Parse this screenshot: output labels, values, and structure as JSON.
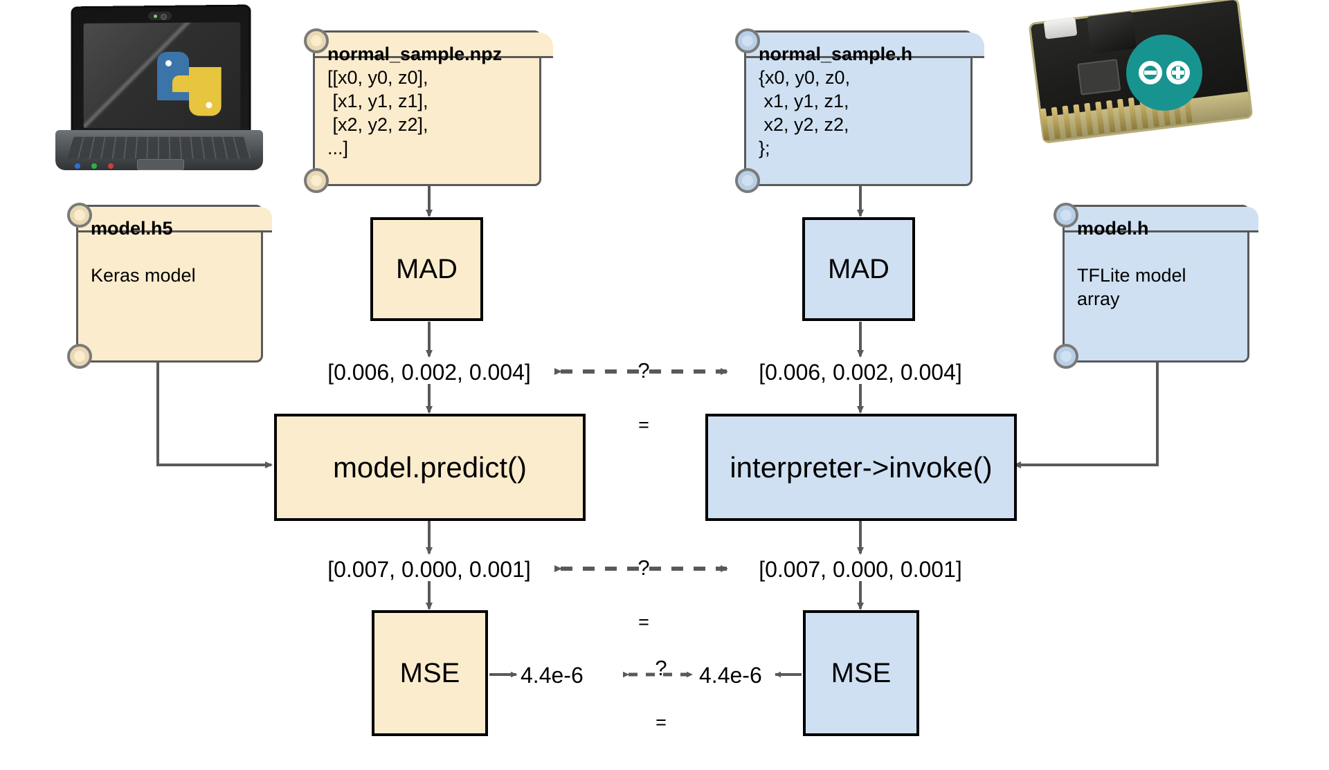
{
  "diagram": {
    "title": "Keras vs TFLite micro comparison pipeline",
    "colors": {
      "python_side_fill": "#fbeccd",
      "arduino_side_fill": "#cfe0f2",
      "note_border": "#595959",
      "box_border": "#000000",
      "arrow": "#595959",
      "arduino_teal": "#17948f",
      "python_blue": "#3b74a8",
      "python_yellow": "#e8c53f"
    },
    "icons": {
      "laptop": "laptop-python-icon",
      "board": "arduino-board-icon"
    },
    "notes": [
      {
        "id": "normal-sample-npz",
        "title": "normal_sample.npz",
        "body": "[[x0, y0, z0],\n [x1, y1, z1],\n [x2, y2, z2],\n...]",
        "side": "python"
      },
      {
        "id": "normal-sample-h",
        "title": "normal_sample.h",
        "body": "{x0, y0, z0,\n x1, y1, z1,\n x2, y2, z2,\n};",
        "side": "arduino"
      },
      {
        "id": "model-h5",
        "title": "model.h5",
        "body": "Keras model",
        "side": "python"
      },
      {
        "id": "model-h",
        "title": "model.h",
        "body": "TFLite model\narray",
        "side": "arduino"
      }
    ],
    "boxes": [
      {
        "id": "mad-python",
        "label": "MAD",
        "side": "python"
      },
      {
        "id": "mad-arduino",
        "label": "MAD",
        "side": "arduino"
      },
      {
        "id": "model-predict",
        "label": "model.predict()",
        "side": "python"
      },
      {
        "id": "interpreter-invoke",
        "label": "interpreter->invoke()",
        "side": "arduino"
      },
      {
        "id": "mse-python",
        "label": "MSE",
        "side": "python"
      },
      {
        "id": "mse-arduino",
        "label": "MSE",
        "side": "arduino"
      }
    ],
    "values": {
      "mad_output_python": "[0.006, 0.002, 0.004]",
      "mad_output_arduino": "[0.006, 0.002, 0.004]",
      "predict_output_python": "[0.007, 0.000, 0.001]",
      "predict_output_arduino": "[0.007, 0.000, 0.001]",
      "mse_output_python": "4.4e-6",
      "mse_output_arduino": "4.4e-6"
    },
    "comparisons": [
      {
        "id": "compare-mad-outputs",
        "question_mark": "?",
        "equals": "="
      },
      {
        "id": "compare-predict-outputs",
        "question_mark": "?",
        "equals": "="
      },
      {
        "id": "compare-mse-outputs",
        "question_mark": "?",
        "equals": "="
      }
    ]
  }
}
